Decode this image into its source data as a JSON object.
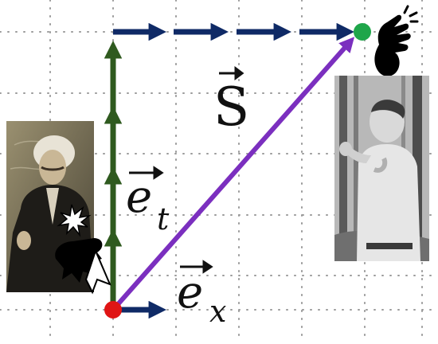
{
  "labels": {
    "s": "S",
    "et_base": "e",
    "et_sub": "t",
    "ex_base": "e",
    "ex_sub": "x"
  },
  "colors": {
    "grid": "#9a9a9a",
    "green_arrows": "#2f5a1f",
    "navy_arrows": "#0f2a66",
    "purple_vector": "#7b2fbf",
    "start_dot": "#e01515",
    "end_dot": "#1fa64a",
    "icons": "#000000"
  },
  "icons": {
    "top_right": "snapping-fingers-icon",
    "left_overlay": "collision-bang-icon"
  },
  "photos": {
    "left": "einstein-photo",
    "right": "feynman-photo"
  }
}
